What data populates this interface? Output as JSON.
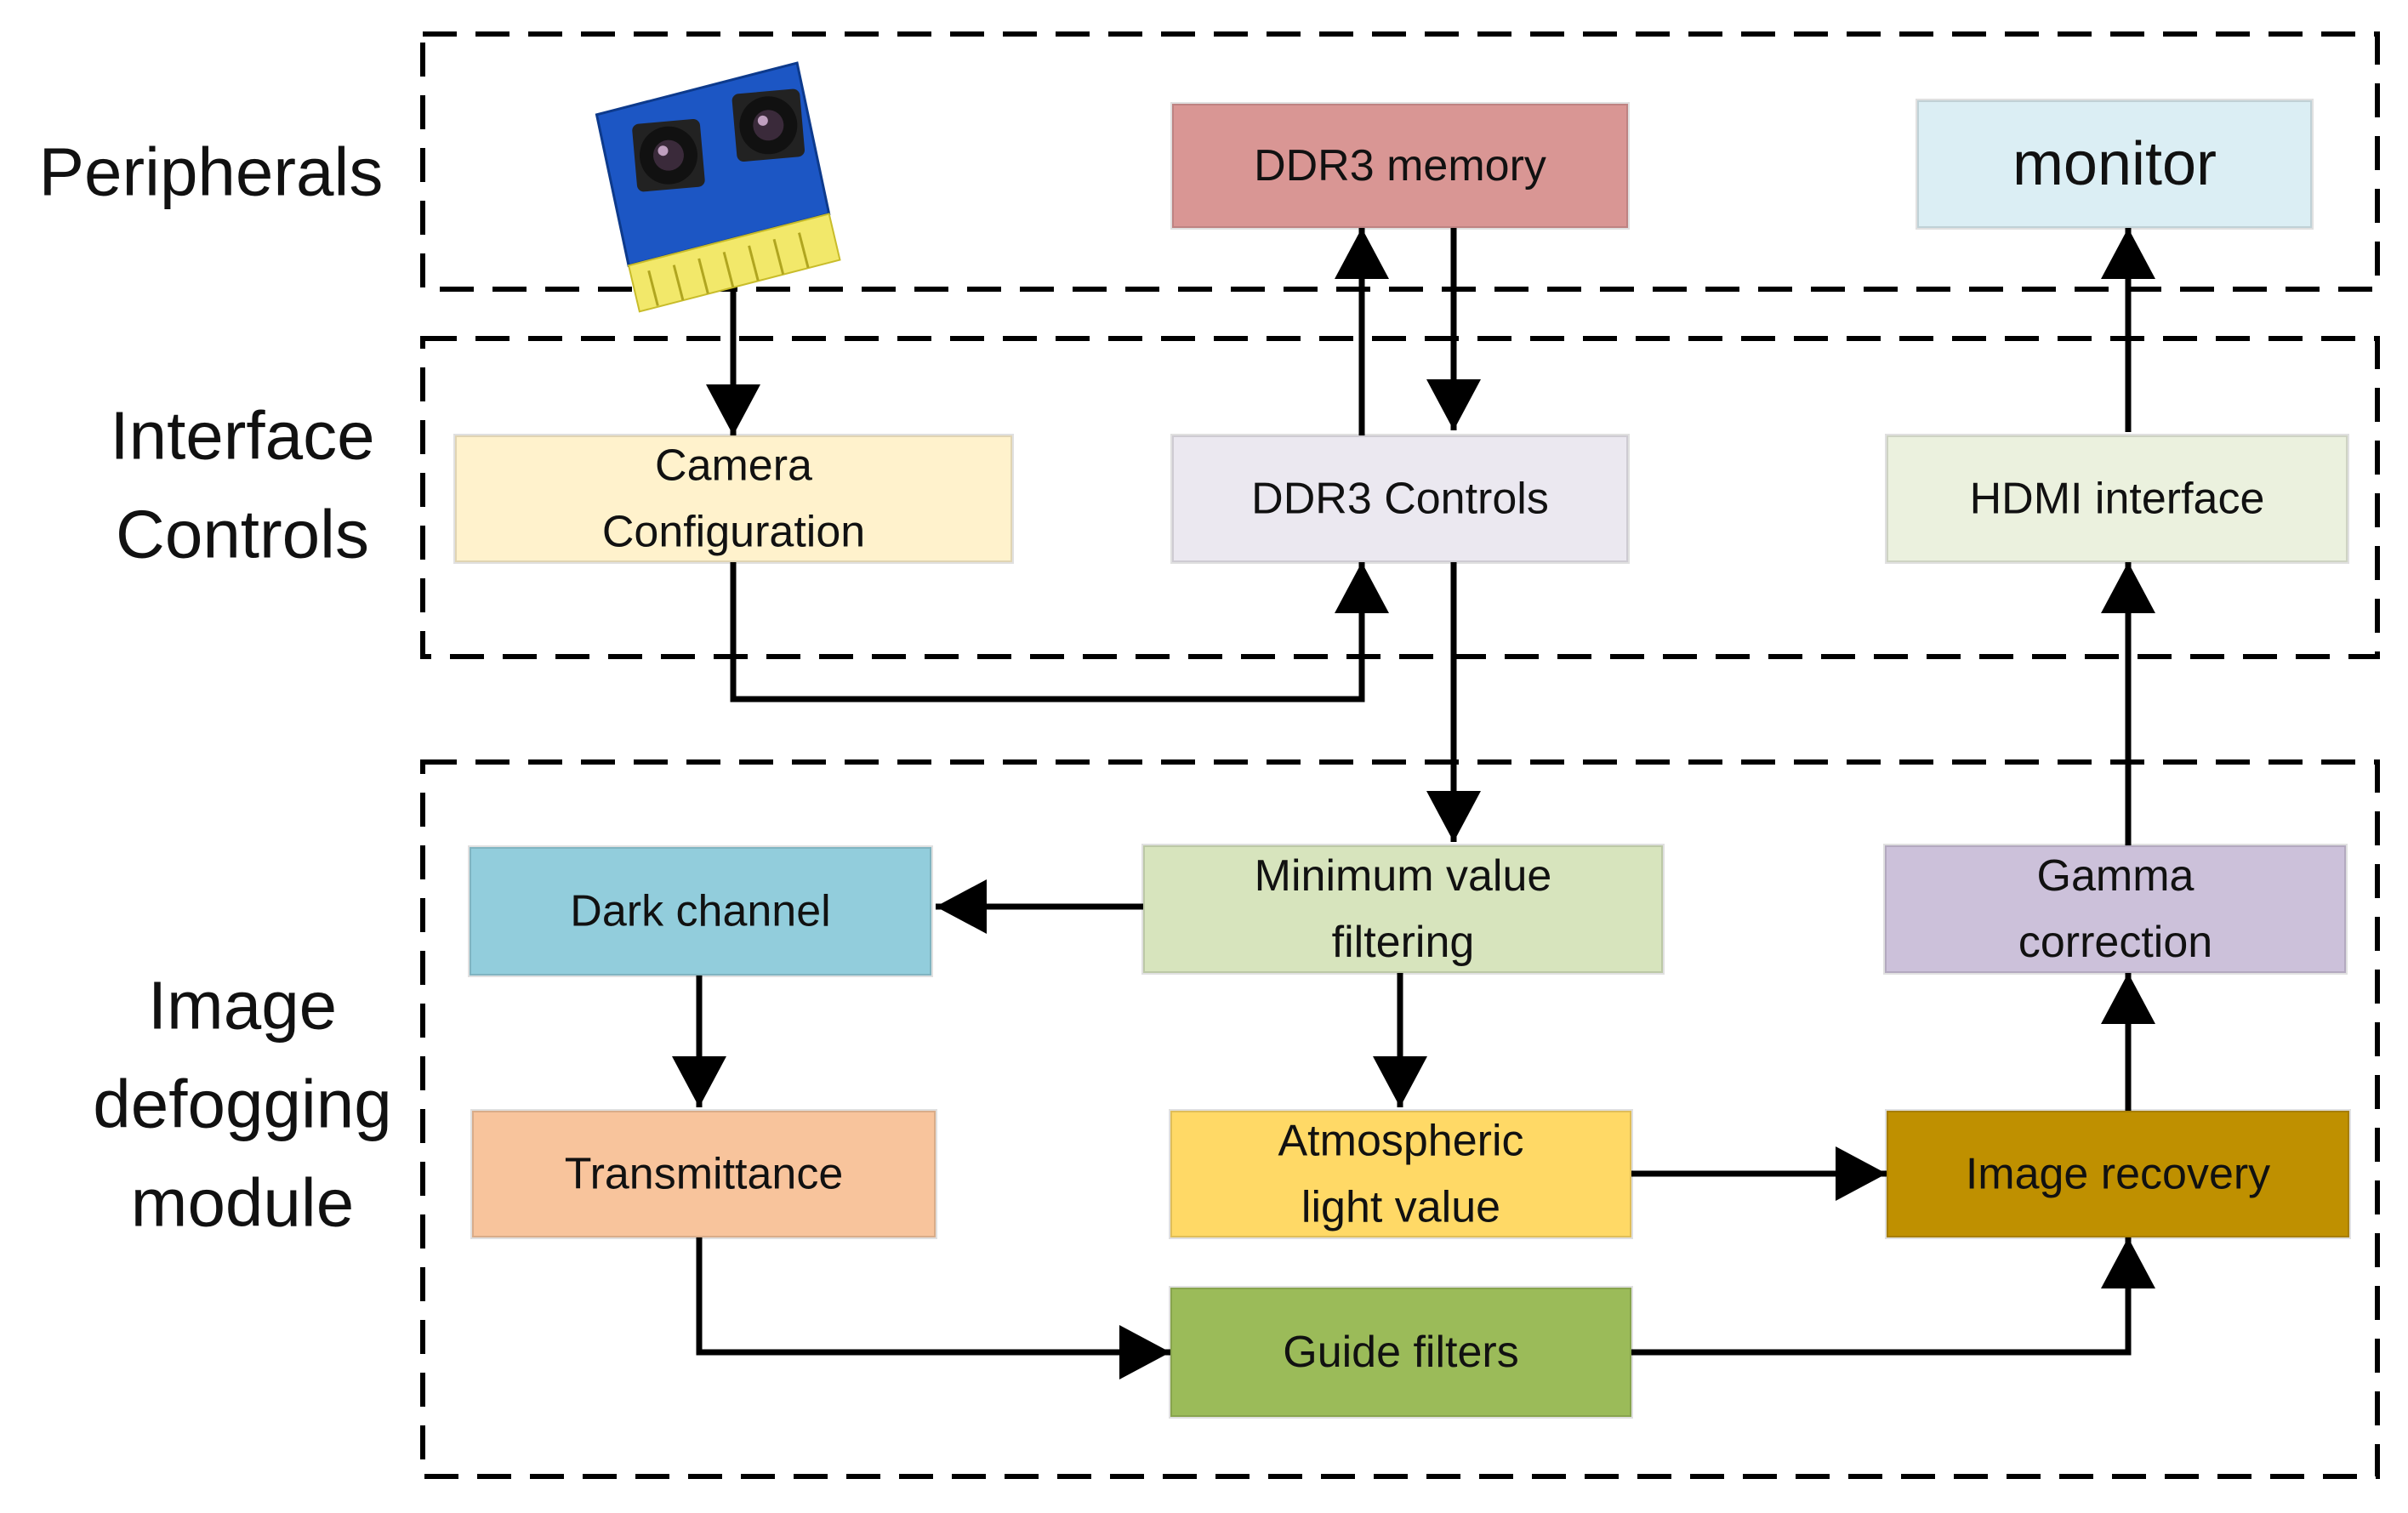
{
  "sections": {
    "peripherals": {
      "lines": [
        "Peripherals"
      ]
    },
    "interface_controls": {
      "lines": [
        "Interface",
        "Controls"
      ]
    },
    "image_defogging": {
      "lines": [
        "Image",
        "defogging",
        "module"
      ]
    }
  },
  "blocks": {
    "ddr3_memory": {
      "lines": [
        "DDR3 memory"
      ],
      "color": "#d99694"
    },
    "monitor": {
      "lines": [
        "monitor"
      ],
      "color": "#dbeef4"
    },
    "camera_configuration": {
      "lines": [
        "Camera",
        "Configuration"
      ],
      "color": "#fff2cc"
    },
    "ddr3_controls": {
      "lines": [
        "DDR3 Controls"
      ],
      "color": "#ebe8f0"
    },
    "hdmi_interface": {
      "lines": [
        "HDMI interface"
      ],
      "color": "#ebf1de"
    },
    "dark_channel": {
      "lines": [
        "Dark channel"
      ],
      "color": "#92cddc"
    },
    "minimum_value_filtering": {
      "lines": [
        "Minimum value",
        "filtering"
      ],
      "color": "#d7e4bd"
    },
    "gamma_correction": {
      "lines": [
        "Gamma",
        "correction"
      ],
      "color": "#ccc1da"
    },
    "transmittance": {
      "lines": [
        "Transmittance"
      ],
      "color": "#f8c49c"
    },
    "atmospheric_light_value": {
      "lines": [
        "Atmospheric",
        "light value"
      ],
      "color": "#ffd966"
    },
    "image_recovery": {
      "lines": [
        "Image recovery"
      ],
      "color": "#bf9000"
    },
    "guide_filters": {
      "lines": [
        "Guide filters"
      ],
      "color": "#9bbb59"
    }
  },
  "camera_image": {
    "icon": "stereo-camera-module-icon",
    "colors": {
      "board": "#1c56c4",
      "lens": "#1a1a1a",
      "connector": "#f2e86a"
    }
  },
  "colors": {
    "line": "#000000",
    "dash": "#000000"
  }
}
